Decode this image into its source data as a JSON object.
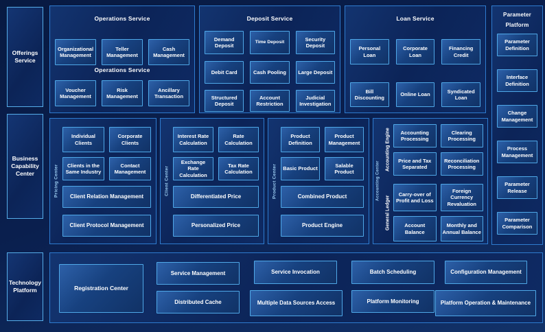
{
  "colors": {
    "background": "#0a1f4e",
    "panel": "#0c2458",
    "box_border": "#4fa9e9",
    "box_fill": "#17417f",
    "accent_text": "#9ccdf2"
  },
  "sidebar": {
    "offerings": "Offerings Service",
    "business": "Business Capability Center",
    "technology": "Technology Platform"
  },
  "operations": {
    "title": "Operations Service",
    "mid_label": "Operations Service",
    "row1": [
      "Organizational Management",
      "Teller Management",
      "Cash Management"
    ],
    "row2": [
      "Voucher Management",
      "Risk Management",
      "Ancillary Transaction"
    ]
  },
  "deposit": {
    "title": "Deposit Service",
    "items": [
      "Demand Deposit",
      "Time Deposit",
      "Security Deposit",
      "Debit Card",
      "Cash Pooling",
      "Large Deposit",
      "Structured Deposit",
      "Account Restriction",
      "Judicial Investigation"
    ]
  },
  "loan": {
    "title": "Loan Service",
    "items": [
      "Personal Loan",
      "Corporate Loan",
      "Financing Credit",
      "Bill Discounting",
      "Online Loan",
      "Syndicated Loan"
    ]
  },
  "parameter_platform": {
    "title_line1": "Parameter",
    "title_line2": "Platform",
    "items": [
      "Parameter Definition",
      "Interface Definition",
      "Change Management",
      "Process Management",
      "Parameter Release",
      "Parameter Comparison"
    ]
  },
  "pricing_center": {
    "label": "Pricing Center",
    "small": [
      "Individual Clients",
      "Corporate Clients",
      "Clients in the Same Industry",
      "Contact Management"
    ],
    "wide": [
      "Client Relation Management",
      "Client Protocol Management"
    ]
  },
  "client_center": {
    "label": "Client Center",
    "small": [
      "Interest Rate Calculation",
      "Rate Calculation",
      "Exchange Rate Calculation",
      "Tax Rate Calculation"
    ],
    "wide": [
      "Differentiated Price",
      "Personalized Price"
    ]
  },
  "product_center": {
    "label": "Product Center",
    "small": [
      "Product Definition",
      "Product Management",
      "Basic Product",
      "Salable Product"
    ],
    "wide": [
      "Combined Product",
      "Product Engine"
    ]
  },
  "accounting_center": {
    "label": "Accounting Center",
    "engine_label": "Accounting Engine",
    "ledger_label": "General Ledger",
    "engine_items": [
      "Accounting Processing",
      "Clearing Processing",
      "Price and Tax Separated",
      "Reconciliation Processing"
    ],
    "ledger_items": [
      "Carry-over of Profit and Loss",
      "Foreign Currency Revaluation",
      "Account Balance",
      "Monthly and Annual Balance"
    ]
  },
  "technology": {
    "registration": "Registration Center",
    "row1": [
      "Service Management",
      "Service Invocation",
      "Batch Scheduling",
      "Configuration Management"
    ],
    "row2": [
      "Distributed Cache",
      "Multiple Data Sources Access",
      "Platform Monitoring",
      "Platform Operation & Maintenance"
    ]
  }
}
